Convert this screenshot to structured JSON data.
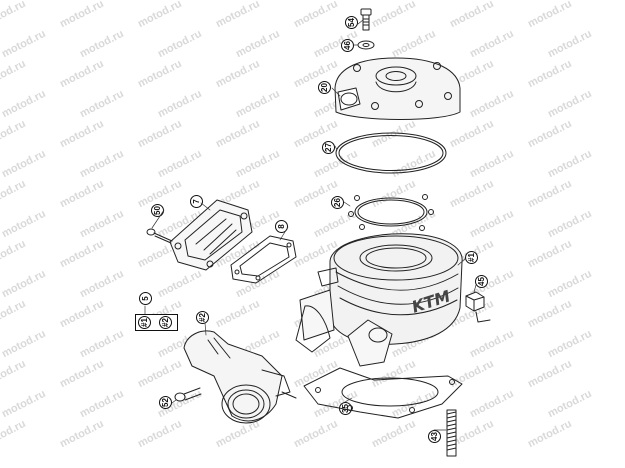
{
  "watermark": "motod.ru",
  "diagram": {
    "title": "",
    "parts": [
      {
        "id": "54",
        "label": "54"
      },
      {
        "id": "46",
        "label": "46"
      },
      {
        "id": "20",
        "label": "20"
      },
      {
        "id": "27",
        "label": "27"
      },
      {
        "id": "26",
        "label": "26"
      },
      {
        "id": "7",
        "label": "7"
      },
      {
        "id": "8",
        "label": "8"
      },
      {
        "id": "50",
        "label": "50"
      },
      {
        "id": "#1",
        "label": "#1"
      },
      {
        "id": "45",
        "label": "45"
      },
      {
        "id": "5",
        "label": "5"
      },
      {
        "id": "kit1",
        "label": "#1"
      },
      {
        "id": "kit2",
        "label": "#2"
      },
      {
        "id": "#2",
        "label": "#2"
      },
      {
        "id": "52",
        "label": "52"
      },
      {
        "id": "35",
        "label": "35"
      },
      {
        "id": "43",
        "label": "43"
      }
    ]
  }
}
